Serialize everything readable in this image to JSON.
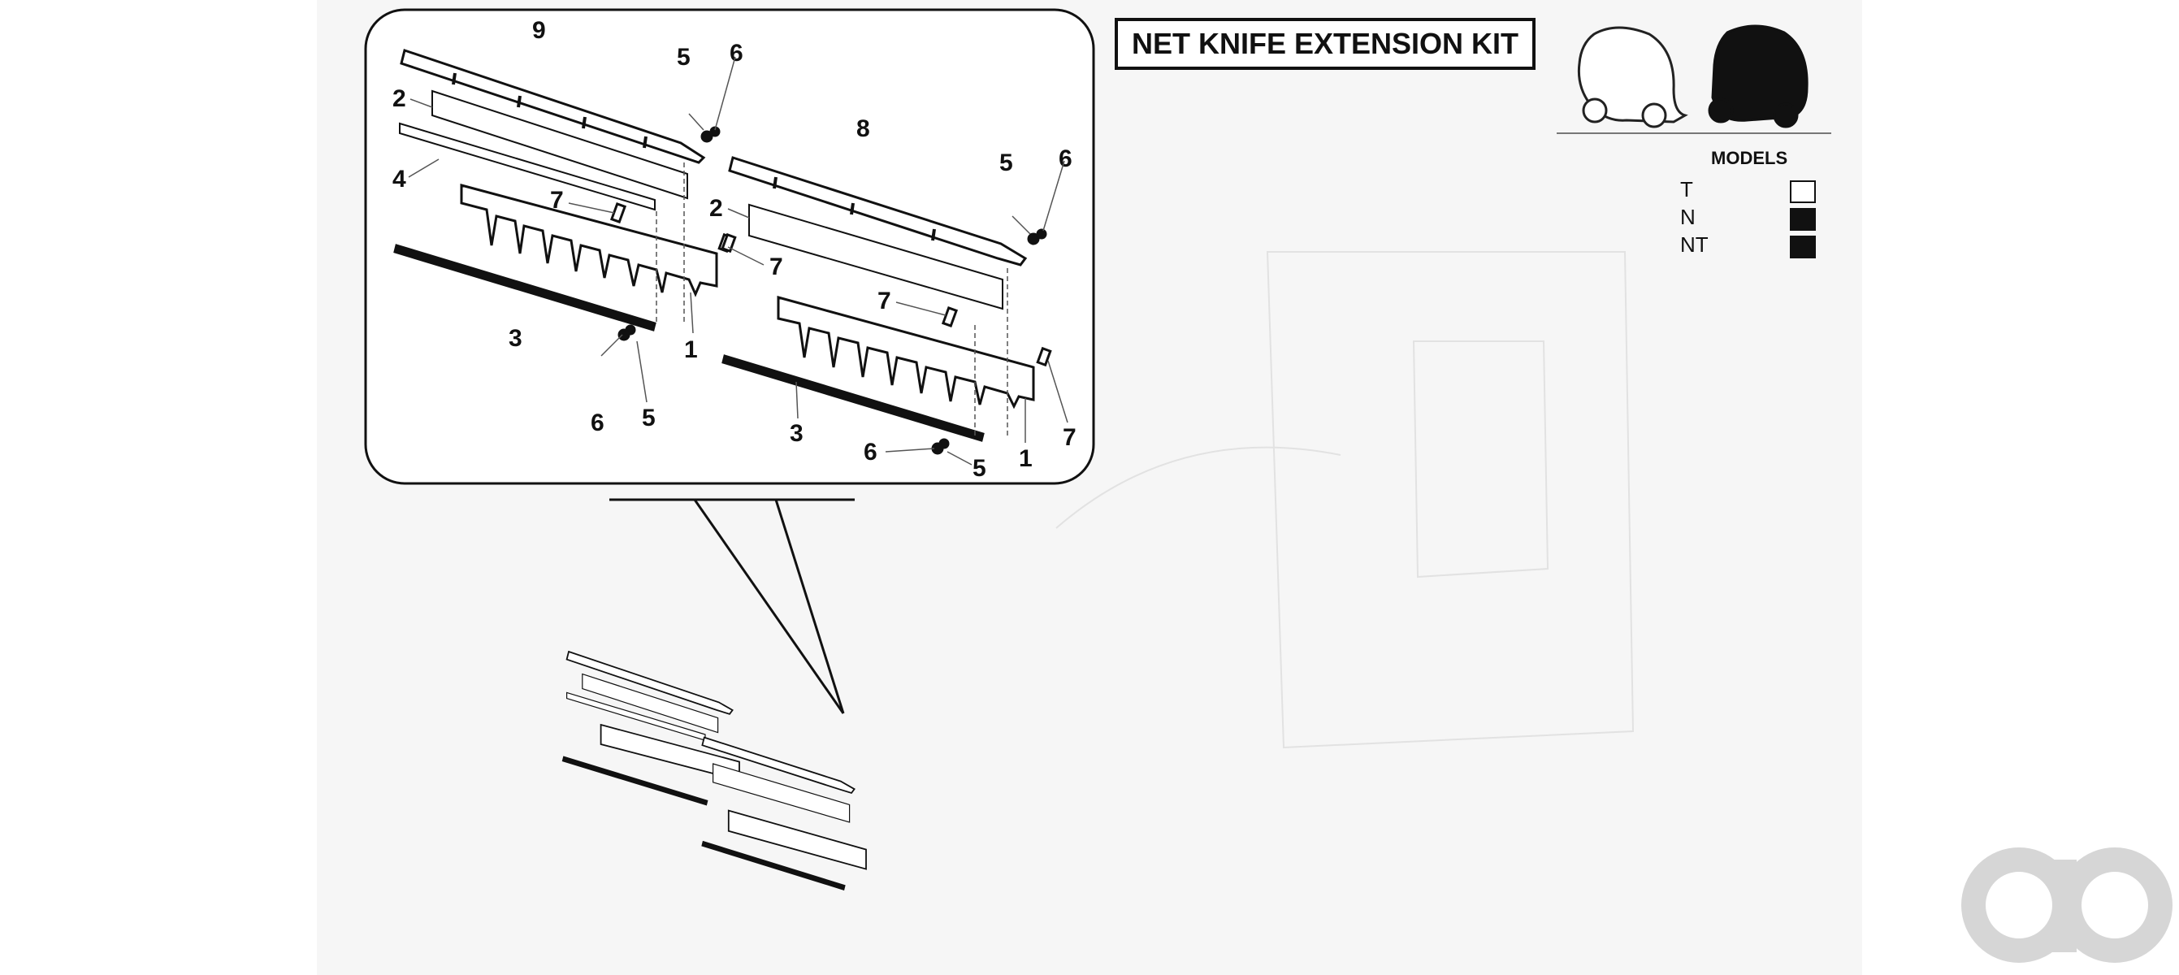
{
  "title": "NET KNIFE EXTENSION KIT",
  "callouts": {
    "c1a": "9",
    "c1b": "5",
    "c1c": "6",
    "c1d": "2",
    "c1e": "4",
    "c1f": "7",
    "c1g": "7",
    "c1h": "3",
    "c1i": "1",
    "c1j": "6",
    "c1k": "5",
    "c2a": "8",
    "c2b": "5",
    "c2c": "6",
    "c2d": "2",
    "c2e": "7",
    "c2f": "7",
    "c2g": "3",
    "c2h": "1",
    "c2i": "6",
    "c2j": "5"
  },
  "models": {
    "label": "MODELS",
    "rows": [
      {
        "name": "T",
        "filled": false
      },
      {
        "name": "N",
        "filled": true
      },
      {
        "name": "NT",
        "filled": true
      }
    ]
  },
  "colors": {
    "ink": "#111111",
    "sheet": "#f6f6f6",
    "logo": "#d6d6d6"
  },
  "icons": {
    "machine_outline": "round-baler-outline-icon",
    "machine_filled": "round-baler-filled-icon",
    "brand": "brand-logo-icon"
  }
}
